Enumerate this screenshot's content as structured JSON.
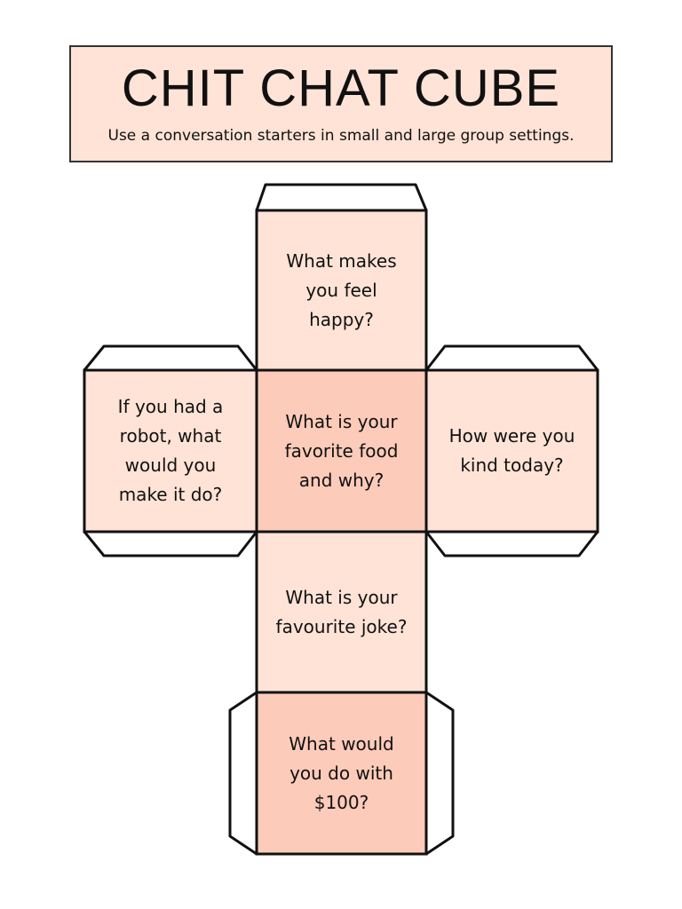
{
  "header": {
    "title": "CHIT CHAT CUBE",
    "subtitle": "Use a conversation starters in small and large group settings."
  },
  "faces": {
    "top": "What makes you feel happy?",
    "left": "If you had a robot, what would you make it do?",
    "center": "What is your favorite food and why?",
    "right": "How were you kind today?",
    "lower": "What is your favourite joke?",
    "bottom": "What would you do with $100?"
  },
  "colors": {
    "face_light": "#fee3d6",
    "face_dark": "#fccbb9",
    "header_bg": "#fee3d6",
    "outline": "#111111",
    "tab_fill": "#ffffff"
  }
}
